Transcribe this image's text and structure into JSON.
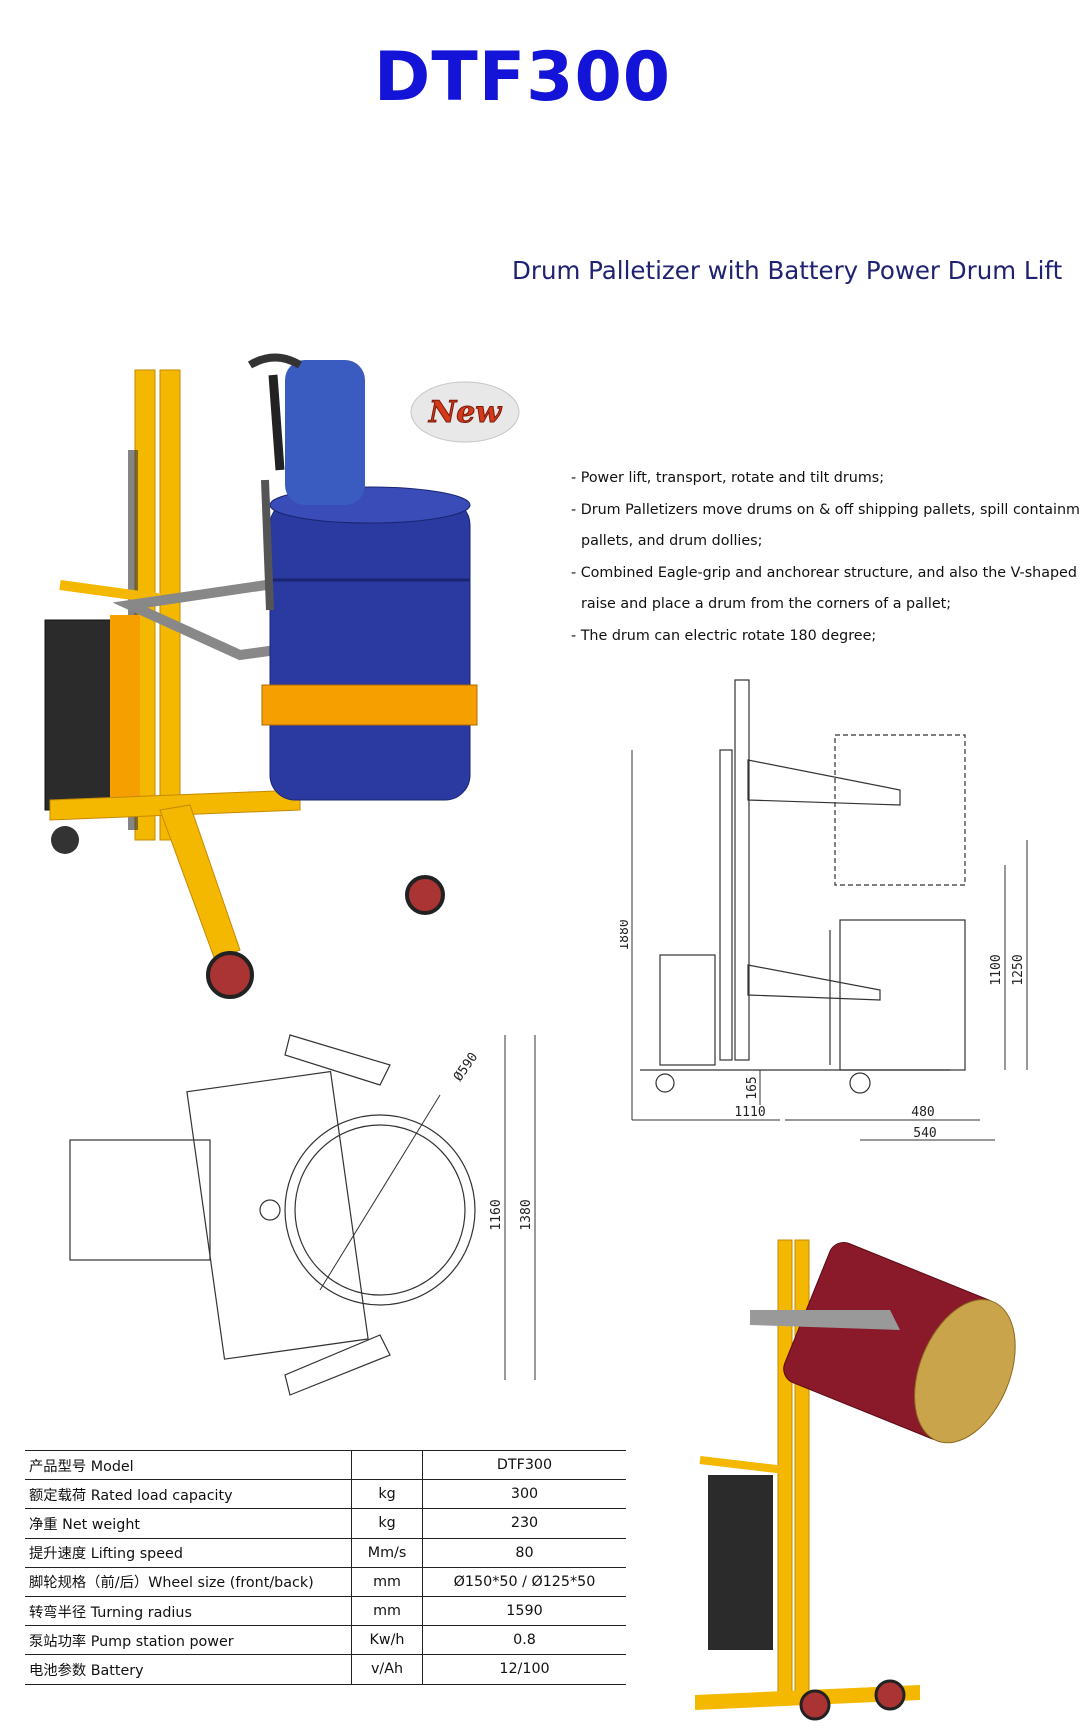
{
  "title": "DTF300",
  "subtitle": "Drum Palletizer with Battery Power Drum Lift",
  "badge_text": "New",
  "features": [
    "- Power lift, transport, rotate and tilt drums;",
    "- Drum Palletizers move drums on & off shipping pallets, spill containment",
    "pallets, and drum dollies;",
    "- Combined Eagle-grip and anchorear structure, and also the V-shaped base",
    "raise and place a drum from the corners of a pallet;",
    "- The drum can electric rotate 180 degree;"
  ],
  "side_dimensions": {
    "overall_height": "1880",
    "h1": "1100",
    "h2": "1250",
    "ground": "165",
    "length": "1110",
    "w1": "480",
    "w2": "540"
  },
  "top_dimensions": {
    "drum_dia": "Ø590",
    "w1": "1160",
    "w2": "1380"
  },
  "specs": [
    {
      "label": "产品型号 Model",
      "unit": "",
      "value": "DTF300"
    },
    {
      "label": "额定载荷 Rated load capacity",
      "unit": "kg",
      "value": "300"
    },
    {
      "label": "净重 Net weight",
      "unit": "kg",
      "value": "230"
    },
    {
      "label": "提升速度 Lifting speed",
      "unit": "Mm/s",
      "value": "80"
    },
    {
      "label": "脚轮规格（前/后）Wheel size (front/back)",
      "unit": "mm",
      "value": "Ø150*50 / Ø125*50"
    },
    {
      "label": "转弯半径 Turning radius",
      "unit": "mm",
      "value": "1590"
    },
    {
      "label": "泵站功率 Pump station power",
      "unit": "Kw/h",
      "value": "0.8"
    },
    {
      "label": "电池参数 Battery",
      "unit": "v/Ah",
      "value": "12/100"
    }
  ],
  "colors": {
    "title": "#1414d8",
    "subtitle": "#1e2270",
    "frame_yellow": "#f5b800",
    "drum_blue": "#2a3aa0",
    "drum_red": "#8a1a2a"
  }
}
